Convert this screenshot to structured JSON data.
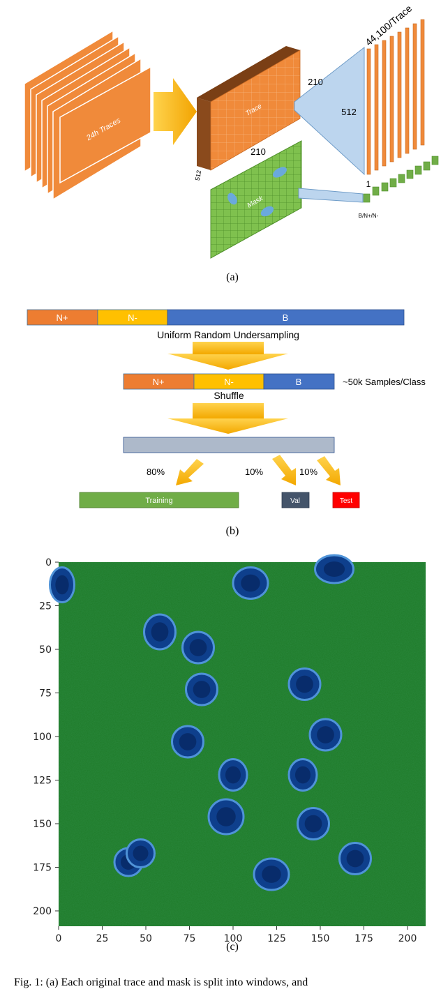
{
  "panel_a": {
    "caption": "(a)",
    "traces_label": "24h Traces",
    "trace_block_label": "Trace",
    "mask_label": "Mask",
    "dim_210_right": "210",
    "dim_210_bottom": "210",
    "dim_512_side": "512",
    "dim_512_funnel": "512",
    "output_trace_label": "44,100/Trace",
    "output_mask_number": "1",
    "output_mask_classes": "B/N+/N-"
  },
  "panel_b": {
    "caption": "(b)",
    "bar1": [
      "N+",
      "N-",
      "B"
    ],
    "step1_label": "Uniform Random Undersampling",
    "bar2": [
      "N+",
      "N-",
      "B"
    ],
    "samples_note": "~50k Samples/Class",
    "step2_label": "Shuffle",
    "pct_train": "80%",
    "pct_val": "10%",
    "pct_test": "10%",
    "train_label": "Training",
    "val_label": "Val",
    "test_label": "Test",
    "colors": {
      "n_plus": "#ed7d31",
      "n_minus": "#ffc000",
      "b": "#4472c4",
      "training": "#70ad47",
      "val": "#44546a",
      "test": "#ff0000"
    }
  },
  "panel_c": {
    "caption": "(c)",
    "y_ticks": [
      "0",
      "25",
      "50",
      "75",
      "100",
      "125",
      "150",
      "175",
      "200"
    ],
    "x_ticks": [
      "0",
      "25",
      "50",
      "75",
      "100",
      "125",
      "150",
      "175",
      "200"
    ],
    "background_color": "#1e7a28",
    "cell_color": "#0e3f8c"
  },
  "footer": {
    "caption_fragment": "Fig. 1: (a) Each original trace and mask is split into windows, and"
  }
}
